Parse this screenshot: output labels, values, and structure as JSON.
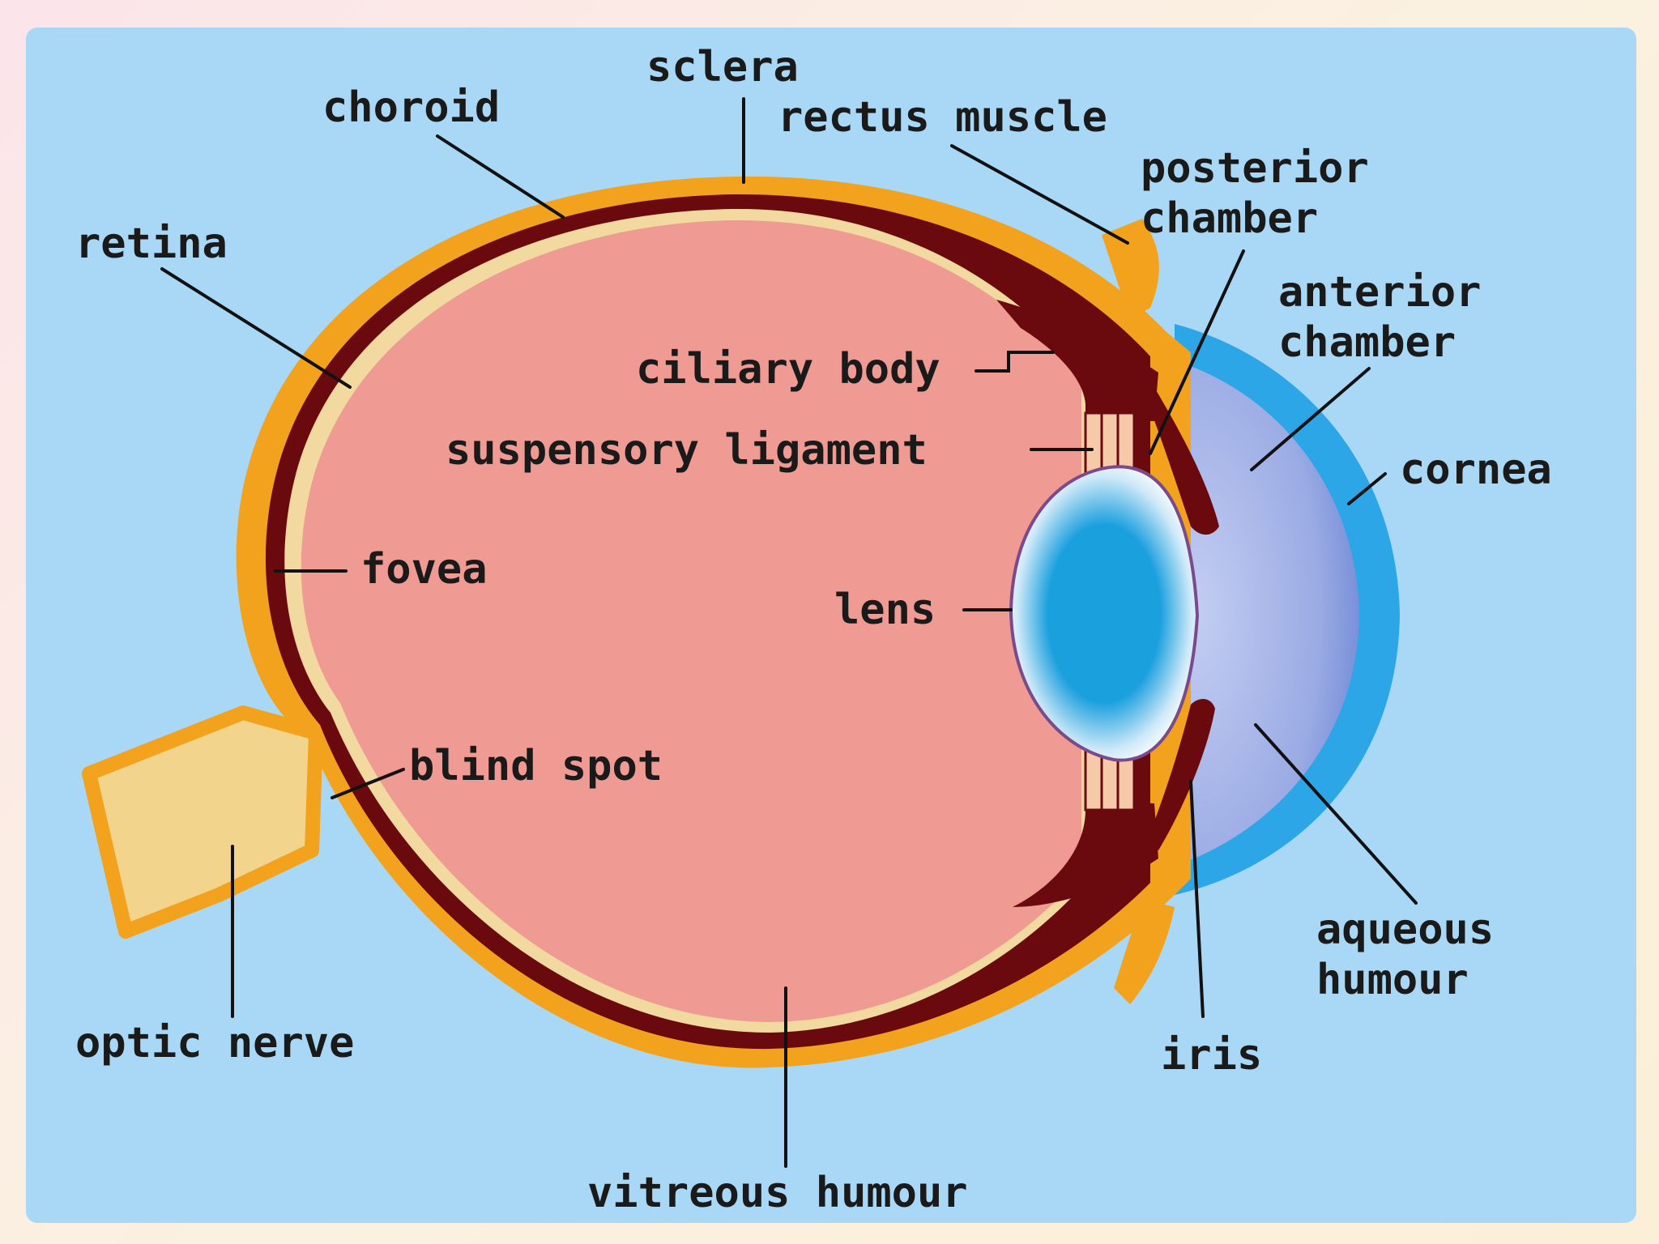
{
  "labels": {
    "sclera": "sclera",
    "choroid": "choroid",
    "rectus_muscle": "rectus muscle",
    "posterior_chamber_1": "posterior",
    "posterior_chamber_2": "chamber",
    "retina": "retina",
    "anterior_chamber_1": "anterior",
    "anterior_chamber_2": "chamber",
    "ciliary_body": "ciliary body",
    "suspensory_ligament": "suspensory ligament",
    "cornea": "cornea",
    "fovea": "fovea",
    "lens": "lens",
    "blind_spot": "blind spot",
    "aqueous_humour_1": "aqueous",
    "aqueous_humour_2": "humour",
    "optic_nerve": "optic nerve",
    "iris": "iris",
    "vitreous_humour": "vitreous humour"
  },
  "colors": {
    "background": "#a9d8f6",
    "sclera": "#f2a21d",
    "choroid": "#6b0a0e",
    "retina": "#f1d9a0",
    "vitreous": "#ef9a92",
    "cornea": "#2ca6e6",
    "aqueous": "#a7b4e8",
    "lens_core": "#1ba0de",
    "optic_nerve": "#f2d48d"
  }
}
